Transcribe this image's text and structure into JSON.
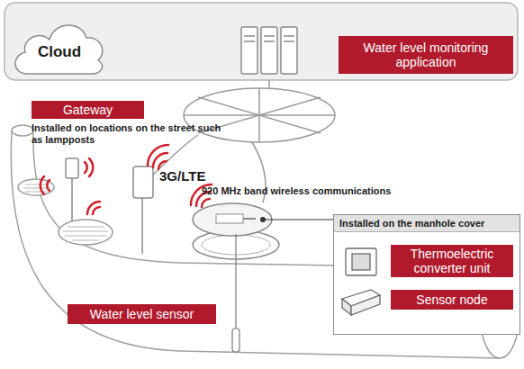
{
  "diagram": {
    "nodes": [
      {
        "text": [
          "Cloud"
        ]
      },
      {
        "text": [
          "Water level monitoring application"
        ]
      },
      {
        "text": [
          "Gateway"
        ]
      },
      {
        "text": [
          "Installed on the manhole cover"
        ]
      },
      {
        "text": [
          "Thermoelectric converter unit"
        ],
        "in": 3
      },
      {
        "text": [
          "Sensor node"
        ],
        "in": 3
      },
      {
        "text": [
          "Water level sensor"
        ]
      }
    ],
    "labels": [
      "Installed on locations on the street such as lampposts",
      "3G/LTE",
      "920 MHz band wireless communications"
    ]
  }
}
